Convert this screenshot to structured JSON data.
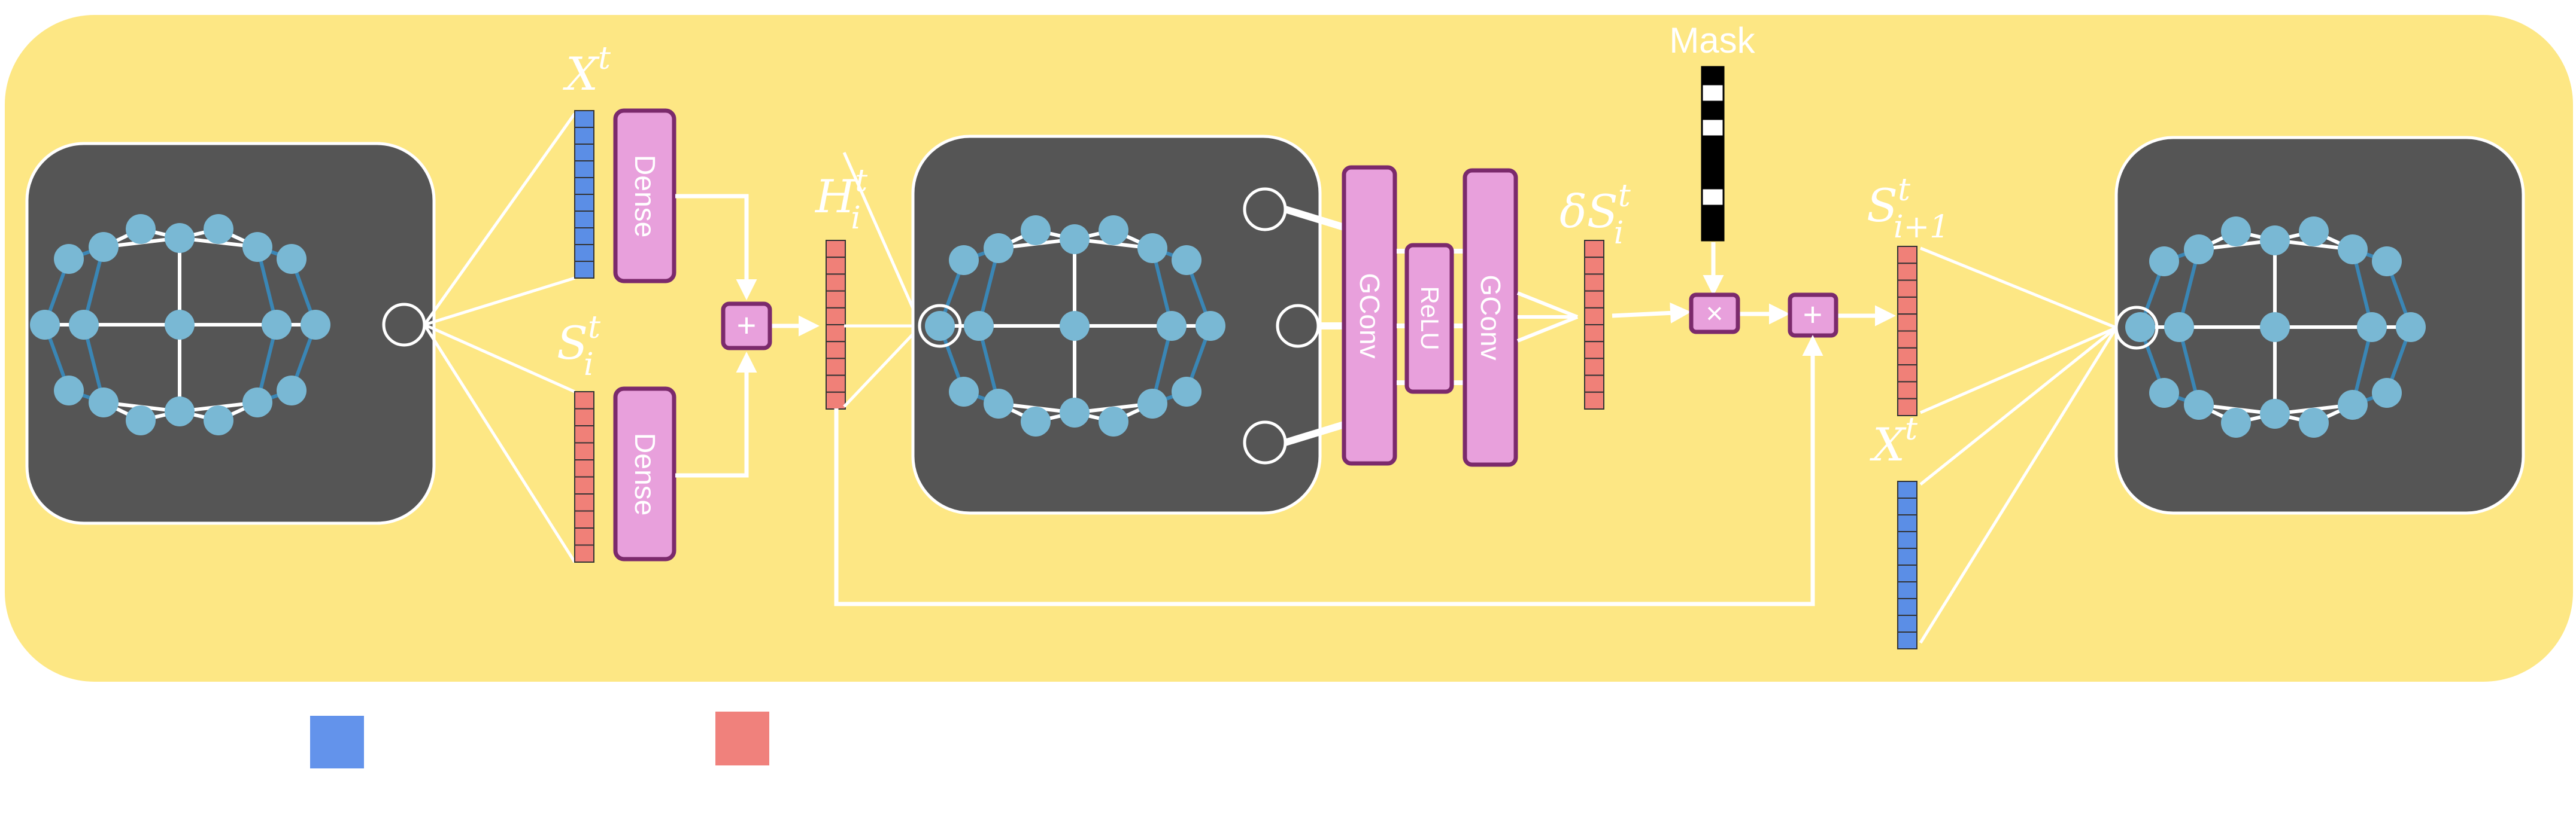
{
  "labels": {
    "mask": "Mask",
    "dense_top": "Dense",
    "dense_bottom": "Dense",
    "gconv_1": "GConv",
    "relu": "ReLU",
    "gconv_2": "GConv",
    "plus_1": "+",
    "plus_2": "+",
    "times": "×"
  },
  "math": {
    "x_t_input": {
      "base": "X",
      "sup": "t"
    },
    "s_i_t": {
      "base": "S",
      "sub": "i",
      "sup": "t"
    },
    "h_i_t": {
      "base": "H",
      "sub": "i",
      "sup": "t"
    },
    "delta_s_i_t": {
      "prefix": "δ",
      "base": "S",
      "sub": "i",
      "sup": "t"
    },
    "s_next": {
      "base": "S",
      "sub": "i+1",
      "sup": "t"
    },
    "x_t_output": {
      "base": "X",
      "sup": "t"
    }
  },
  "mask_pattern": [
    1,
    0,
    1,
    0,
    1,
    1,
    1,
    0,
    1,
    1
  ],
  "colors": {
    "panel_bg": "#fde784",
    "mesh_bg": "#555555",
    "node": "#79b8d4",
    "edge_blue": "#3a86b5",
    "edge_white": "#ffffff",
    "op_fill": "#e8a0dc",
    "op_stroke": "#7b2a6c",
    "vec_blue": "#5b8ee6",
    "vec_red": "#f08078",
    "legend_blue": "#6393eb",
    "legend_red": "#f0817c"
  }
}
